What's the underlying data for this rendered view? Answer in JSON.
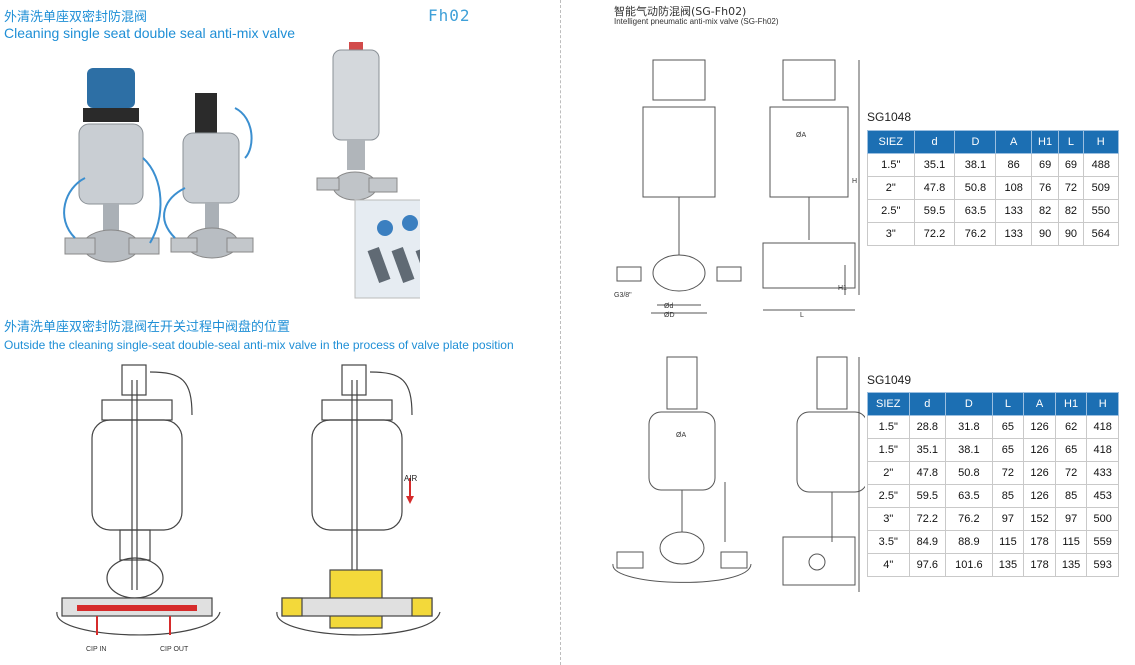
{
  "left": {
    "title_cn": "外清洗单座双密封防混阀",
    "title_en": "Cleaning single seat double seal anti-mix valve",
    "code": "Fh02",
    "section_cn": "外清洗单座双密封防混阀在开关过程中阀盘的位置",
    "section_en": "Outside the cleaning single-seat double-seal anti-mix valve in the process of valve plate position",
    "labels": {
      "cip_in": "CIP IN",
      "cip_out": "CIP OUT",
      "air": "AIR"
    }
  },
  "right": {
    "title_cn": "智能气动防混阀(SG-Fh02)",
    "title_en": "Intelligent pneumatic anti-mix valve (SG-Fh02)",
    "dim_labels": {
      "a": "ØA",
      "d": "Ød",
      "D": "ØD",
      "h": "H",
      "h1": "H1",
      "l": "L",
      "g": "G3/8\""
    },
    "table1": {
      "model": "SG1048",
      "headers": [
        "SIEZ",
        "d",
        "D",
        "A",
        "H1",
        "L",
        "H"
      ],
      "rows": [
        [
          "1.5\"",
          "35.1",
          "38.1",
          "86",
          "69",
          "69",
          "488"
        ],
        [
          "2\"",
          "47.8",
          "50.8",
          "108",
          "76",
          "72",
          "509"
        ],
        [
          "2.5\"",
          "59.5",
          "63.5",
          "133",
          "82",
          "82",
          "550"
        ],
        [
          "3\"",
          "72.2",
          "76.2",
          "133",
          "90",
          "90",
          "564"
        ]
      ]
    },
    "table2": {
      "model": "SG1049",
      "headers": [
        "SIEZ",
        "d",
        "D",
        "L",
        "A",
        "H1",
        "H"
      ],
      "rows": [
        [
          "1.5\"",
          "28.8",
          "31.8",
          "65",
          "126",
          "62",
          "418"
        ],
        [
          "1.5\"",
          "35.1",
          "38.1",
          "65",
          "126",
          "65",
          "418"
        ],
        [
          "2\"",
          "47.8",
          "50.8",
          "72",
          "126",
          "72",
          "433"
        ],
        [
          "2.5\"",
          "59.5",
          "63.5",
          "85",
          "126",
          "85",
          "453"
        ],
        [
          "3\"",
          "72.2",
          "76.2",
          "97",
          "152",
          "97",
          "500"
        ],
        [
          "3.5\"",
          "84.9",
          "88.9",
          "115",
          "178",
          "115",
          "559"
        ],
        [
          "4\"",
          "97.6",
          "101.6",
          "135",
          "178",
          "135",
          "593"
        ]
      ]
    }
  }
}
